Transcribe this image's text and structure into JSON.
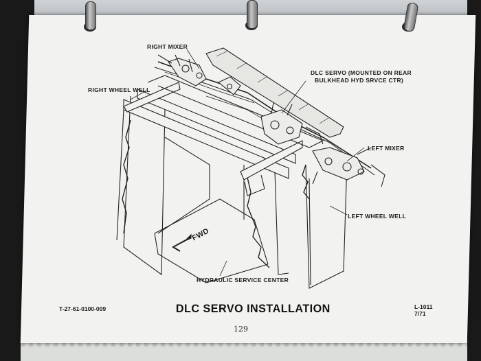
{
  "labels": {
    "right_mixer": "RIGHT MIXER",
    "right_wheel_well": "RIGHT WHEEL WELL",
    "dlc_servo_line1": "DLC SERVO (MOUNTED ON REAR",
    "dlc_servo_line2": "BULKHEAD HYD SRVCE CTR)",
    "left_mixer": "LEFT MIXER",
    "left_wheel_well": "LEFT WHEEL WELL",
    "fwd": "FWD",
    "hydraulic_service_center": "HYDRAULIC SERVICE CENTER"
  },
  "footer": {
    "doc_number": "T-27-61-0100-009",
    "title": "DLC SERVO INSTALLATION",
    "model": "L-1011",
    "date": "7/71",
    "page_number": "129"
  }
}
